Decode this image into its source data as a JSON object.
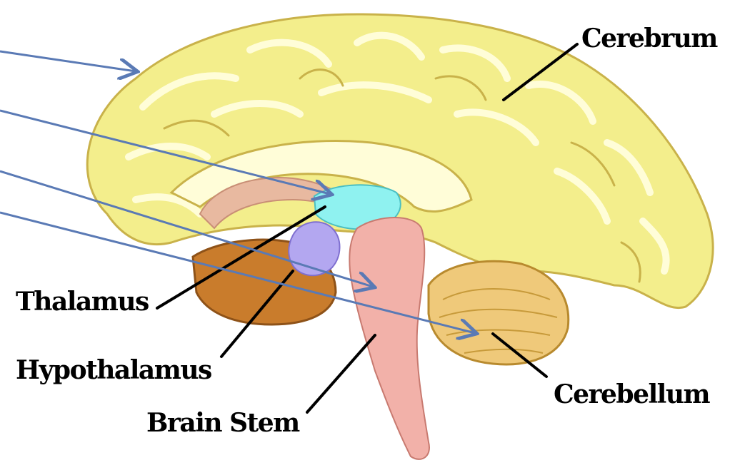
{
  "labels": {
    "cerebrum": "Cerebrum",
    "thalamus": "Thalamus",
    "hypothalamus": "Hypothalamus",
    "brain_stem": "Brain Stem",
    "cerebellum": "Cerebellum"
  },
  "colors": {
    "cerebrum": "#F3EE8C",
    "cerebrum_fold": "#FFFDD8",
    "cerebrum_outline": "#C9B24A",
    "thalamus": "#8FF2F0",
    "hypothalamus": "#B3A7F0",
    "brain_stem": "#F2B1A9",
    "corpus_callosum": "#E8B9A0",
    "cerebellum": "#EFC97A",
    "temporal_lobe": "#C97C2C",
    "leader_line": "#000000",
    "pointer_arrow": "#5A7AB5"
  }
}
